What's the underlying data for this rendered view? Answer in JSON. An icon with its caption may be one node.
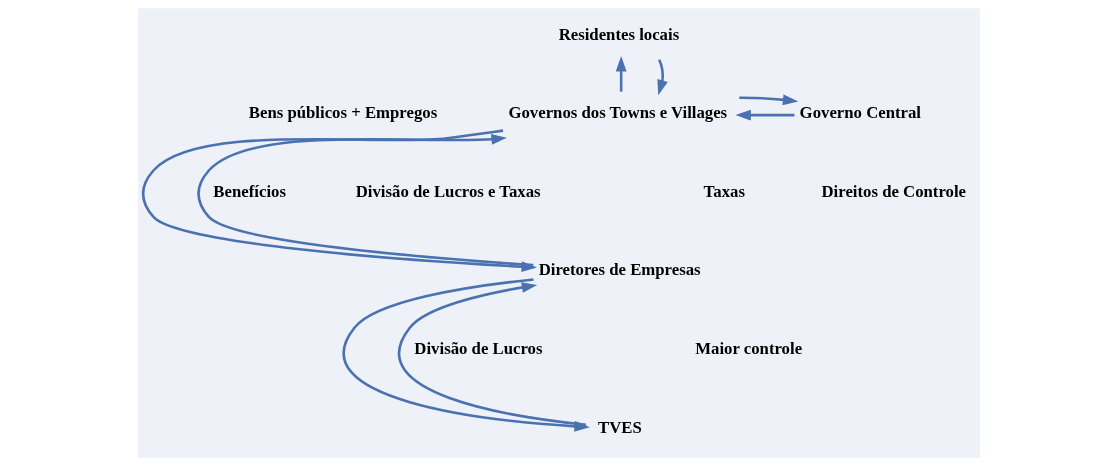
{
  "diagram": {
    "nodes": [
      {
        "text": [
          "Residentes locais"
        ]
      },
      {
        "text": [
          "Governos dos Towns e Villages"
        ]
      },
      {
        "text": [
          "Governo Central"
        ]
      },
      {
        "text": [
          "Diretores de Empresas"
        ]
      },
      {
        "text": [
          "TVES"
        ]
      }
    ],
    "edges": [
      {
        "from": 1,
        "to": 0,
        "arrow": "to"
      },
      {
        "from": 0,
        "to": 1,
        "arrow": "to"
      },
      {
        "from": 2,
        "to": 1,
        "arrow": "to"
      },
      {
        "from": 1,
        "to": 2,
        "arrow": "to"
      },
      {
        "from": 3,
        "to": 1,
        "arrow": "to"
      },
      {
        "from": 1,
        "to": 3,
        "arrow": "to"
      },
      {
        "from": 4,
        "to": 3,
        "arrow": "to"
      },
      {
        "from": 3,
        "to": 4,
        "arrow": "to"
      }
    ],
    "labels": [
      "Bens públicos + Empregos",
      "Benefícios",
      "Divisão de Lucros e Taxas",
      "Taxas",
      "Direitos de Controle",
      "Divisão de Lucros",
      "Maior controle"
    ]
  }
}
